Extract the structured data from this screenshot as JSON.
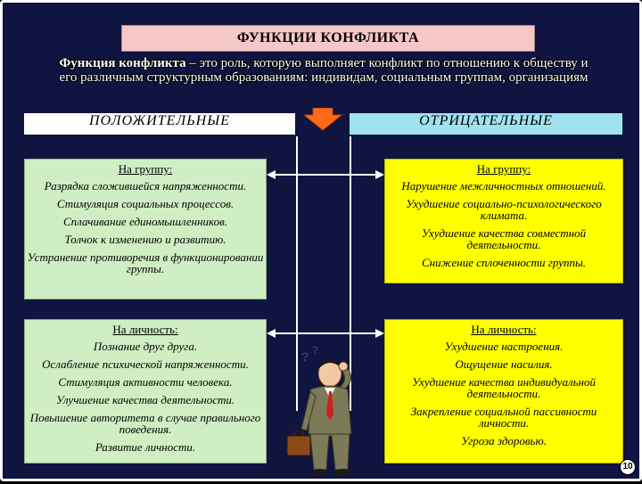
{
  "title": "ФУНКЦИИ КОНФЛИКТА",
  "definition": {
    "term": "Функция конфликта",
    "text": " – это роль, которую выполняет конфликт по отношению к обществу и его различным структурным образованиям: индивидам, социальным группам, организациям"
  },
  "positive": {
    "header": "ПОЛОЖИТЕЛЬНЫЕ",
    "group": {
      "label": "На группу:",
      "items": [
        "Разрядка сложившейся напряженности.",
        "Стимуляция социальных процессов.",
        "Сплачивание единомышленников.",
        "Толчок к изменению и развитию.",
        "Устранение противоречия в функционировании группы."
      ]
    },
    "person": {
      "label": "На личность:",
      "items": [
        "Познание друг друга.",
        "Ослабление психической напряженности.",
        "Стимуляция активности человека.",
        "Улучшение качества деятельности.",
        "Повышение авторитета в случае правильного поведения.",
        "Развитие личности."
      ]
    }
  },
  "negative": {
    "header": "ОТРИЦАТЕЛЬНЫЕ",
    "group": {
      "label": "На группу:",
      "items": [
        "Нарушение межличностных отношений.",
        "Ухудшение социально-психологического климата.",
        "Ухудшение качества совместной деятельности.",
        "Снижение сплоченности группы."
      ]
    },
    "person": {
      "label": "На личность:",
      "items": [
        "Ухудшение настроения.",
        "Ощущение насилия.",
        "Ухудшение качества индивидуальной деятельности.",
        "Закрепление социальной пассивности личности.",
        "Угроза здоровью."
      ]
    }
  },
  "page_number": "10",
  "colors": {
    "background": "#0f1440",
    "title_bg": "#f6c7c7",
    "positive_header_bg": "#ffffff",
    "negative_header_bg": "#9fe2f0",
    "positive_box_bg": "#cfeec3",
    "negative_box_bg": "#ffff00",
    "arrow": "#ff6a1a"
  },
  "icons": {
    "center_arrow": "down-arrow-icon",
    "figure": "confused-businessman-illustration"
  }
}
